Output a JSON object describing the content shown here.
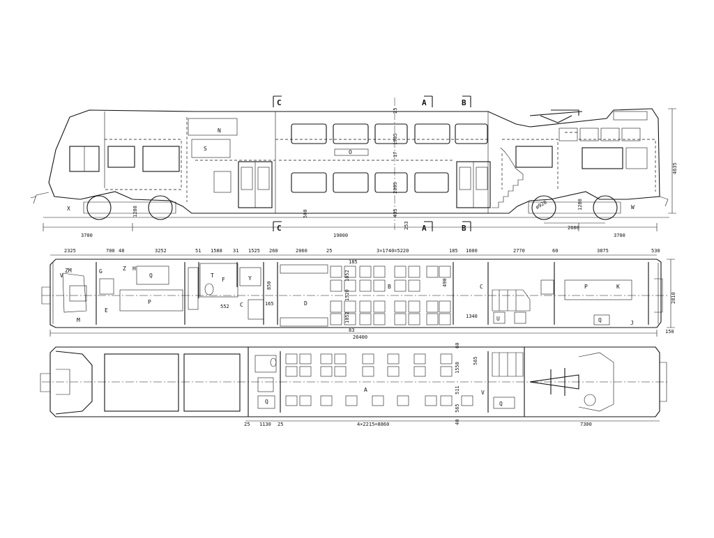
{
  "side_view": {
    "section_marks": [
      "C",
      "A",
      "B"
    ],
    "room_labels": [
      "N",
      "S",
      "O",
      "X",
      "W"
    ],
    "dimensions": {
      "left_overhang": "3700",
      "bogie_centres": "19000",
      "right_overhang": "3700",
      "bogie_wheelbase": "2600",
      "wheel_diameter": "ø920",
      "axle_height_left": "1280",
      "axle_height_right": "1280",
      "upper_deck_height": "1985",
      "lower_deck_height": "2095",
      "step_height": "500",
      "floor_a": "17",
      "floor_b": "25",
      "floor_c": "435",
      "floor_d": "253",
      "total_height": "4635"
    }
  },
  "lower_plan": {
    "top_dimensions": [
      "2325",
      "700",
      "48",
      "3252",
      "51",
      "1588",
      "31",
      "1525",
      "260",
      "2060",
      "25",
      "3×1740=5220",
      "185",
      "1600",
      "2770",
      "60",
      "3875",
      "530"
    ],
    "overall_length": "26400",
    "inner_dimensions": [
      "850",
      "552",
      "165",
      "1052",
      "1520",
      "1052",
      "83",
      "185",
      "1340",
      "490"
    ],
    "right_dimensions": [
      "2810",
      "150"
    ],
    "room_labels": [
      "V",
      "ZM",
      "G",
      "Z",
      "H",
      "Q",
      "E",
      "P",
      "M",
      "T",
      "F",
      "Y",
      "C",
      "D",
      "B",
      "C",
      "U",
      "P",
      "K",
      "J",
      "Q"
    ]
  },
  "upper_plan": {
    "bottom_dimensions": [
      "25",
      "1130",
      "25",
      "4×2215=8860",
      "7300"
    ],
    "inner_dimensions": [
      "60",
      "1550",
      "565",
      "511",
      "565",
      "40"
    ],
    "room_labels": [
      "Q",
      "A",
      "V",
      "Q"
    ]
  }
}
